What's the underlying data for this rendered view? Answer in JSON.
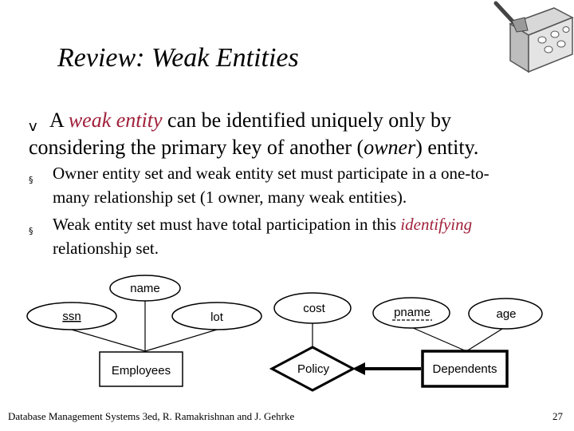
{
  "slide": {
    "title": "Review: Weak Entities",
    "main_bullet": {
      "marker": "v",
      "text_before": "A ",
      "term": "weak entity",
      "text_middle": " can be identified uniquely only by",
      "text_line2_before": "considering the primary key of another (",
      "owner": "owner",
      "text_line2_after": ") entity."
    },
    "sub_bullets": [
      {
        "marker": "§",
        "line1": "Owner entity set and weak entity set must participate in a one-to-",
        "line2": "many relationship set (1 owner, many weak entities)."
      },
      {
        "marker": "§",
        "line1_before": "Weak entity set must have total participation in this ",
        "line1_term": "identifying",
        "line2": "relationship set."
      }
    ]
  },
  "diagram": {
    "attributes": {
      "name": "name",
      "ssn": "ssn",
      "lot": "lot",
      "cost": "cost",
      "pname": "pname",
      "age": "age"
    },
    "entities": {
      "employees": "Employees",
      "dependents": "Dependents"
    },
    "relationship": "Policy"
  },
  "footer": {
    "citation": "Database Management Systems 3ed, R. Ramakrishnan and J. Gehrke",
    "page": "27"
  }
}
